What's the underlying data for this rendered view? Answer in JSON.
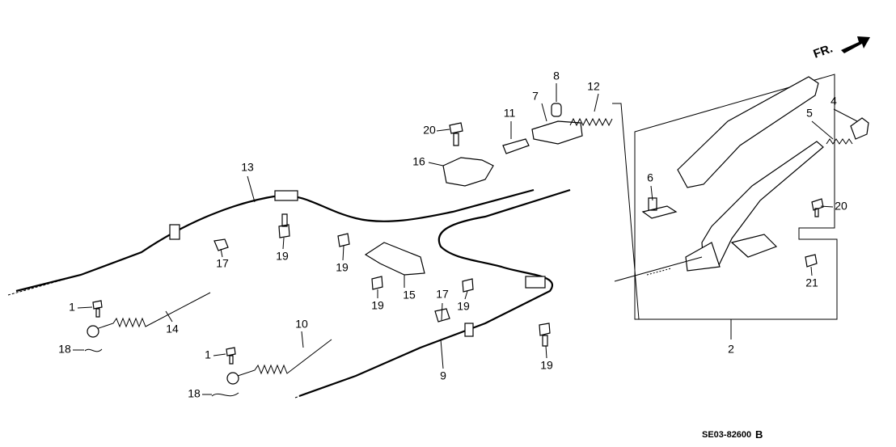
{
  "diagram": {
    "code": "SE03-82600",
    "revision": "B",
    "direction_label": "FR.",
    "callouts": [
      "1",
      "1",
      "2",
      "4",
      "5",
      "6",
      "7",
      "8",
      "9",
      "10",
      "11",
      "12",
      "13",
      "14",
      "15",
      "16",
      "17",
      "17",
      "18",
      "18",
      "19",
      "19",
      "19",
      "19",
      "19",
      "20",
      "20",
      "21"
    ]
  }
}
